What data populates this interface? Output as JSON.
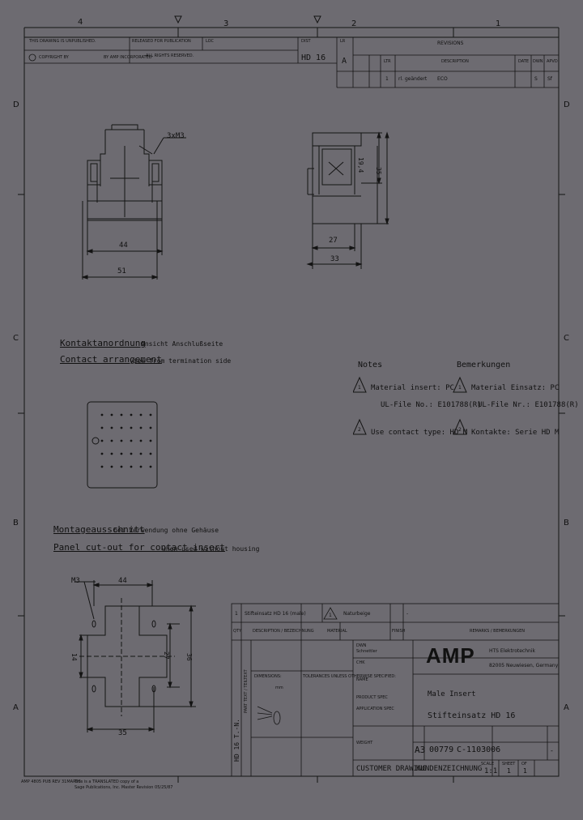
{
  "grid": {
    "columns": [
      "4",
      "3",
      "2",
      "1"
    ],
    "rows": [
      "D",
      "C",
      "B",
      "A"
    ]
  },
  "header": {
    "release_text_1": "THIS DRAWING IS UNPUBLISHED.",
    "release_text_2": "RELEASED FOR PUBLICATION",
    "copyright": "COPYRIGHT BY",
    "by_amp": "BY AMP INCORPORATED",
    "rights": "ALL RIGHTS RESERVED.",
    "loc": "LOC",
    "dist": "DIST",
    "hd_code": "HD 16",
    "lr": "LR",
    "revisions": "REVISIONS",
    "ltr": "LTR",
    "description": "DESCRIPTION",
    "date": "DATE",
    "dwn": "DWN",
    "apvd": "APVD",
    "rev_row_ltr": "A",
    "rev_row_desc": "rl. geändert",
    "rev_row_num": "1",
    "rev_note": "ECO",
    "rev_sig1": "S",
    "rev_sig2": "Sf"
  },
  "views": {
    "thread_label": "3xM3",
    "dim_44": "44",
    "dim_51": "51",
    "dim_27": "27",
    "dim_33": "33",
    "dim_35": "35",
    "dim_19_4": "19,4"
  },
  "contact": {
    "title_de": "Kontaktanordnung",
    "title_de_suffix": "Ansicht Anschlußseite",
    "title_en": "Contact arrangement",
    "title_en_suffix": "view from termination side"
  },
  "notes": {
    "heading_en": "Notes",
    "heading_de": "Bemerkungen",
    "note1_en_a": "Material insert: PC",
    "note1_en_b": "UL-File No.: E101788(R)",
    "note2_en": "Use contact type: HD M",
    "note1_de_a": "Material   Einsatz: PC",
    "note1_de_b": "UL-File Nr.: E101788(R)",
    "note2_de": "Kontakte: Serie HD M",
    "mark1": "1",
    "mark2": "2"
  },
  "panel": {
    "title_de": "Montageausschnitt",
    "title_de_suffix": "bei Verwendung ohne Gehäuse",
    "title_en": "Panel cut-out for contact insert",
    "title_en_suffix": "when used without housing",
    "dim_m3": "M3",
    "dim_44": "44",
    "dim_14": "14",
    "dim_27": "27",
    "dim_36": "36",
    "dim_35": "35"
  },
  "title_block": {
    "row1_qty": "1",
    "row1_desc": "Stifteinsatz HD 16 (male)",
    "row1_mark": "1",
    "row1_material": "Naturbeige",
    "row1_dash": "-",
    "hdr_qty": "QTY",
    "hdr_desc": "DESCRIPTION / BEZEICHNUNG",
    "hdr_material": "MATERIAL",
    "hdr_finish": "FINISH",
    "hdr_remarks": "REMARKS / BEMERKUNGEN",
    "vertical_label": "HD 16 T.-N.",
    "vertical_label2": "PART TEXT / TEILTEXT",
    "company_name": "AMP",
    "company_1": "HTS Elektrotechnik",
    "company_2": "82005 Neuwiesen, Germany",
    "dwn_label": "DWN",
    "dwn_value": "Schnettler",
    "chk_label": "CHK",
    "name_label": "NAME",
    "name_line1": "Male Insert",
    "name_line2": "Stifteinsatz HD 16",
    "size": "A3",
    "cage": "00779",
    "drawing_no": "C-1103006",
    "rev": "-",
    "scale_label": "SCALE",
    "scale": "1:1",
    "sheet_label": "SHEET",
    "sheet": "1",
    "of_label": "OF",
    "of": "1",
    "customer_drawing": "CUSTOMER DRAWING",
    "kundenzeichnung": "KUNDENZEICHNUNG",
    "dimensions": "DIMENSIONS:",
    "mm": "mm",
    "tolerances": "TOLERANCES UNLESS OTHERWISE SPECIFIED:",
    "weight_label": "WEIGHT",
    "product_spec": "PRODUCT SPEC",
    "application_spec": "APPLICATION SPEC"
  },
  "footer": {
    "line1": "AMP 4805 PUB REV 31MAR95",
    "line2": "This is a TRANSLATED copy of a",
    "line3": "Sage Publications, Inc. Master Revision 05/25/87"
  }
}
